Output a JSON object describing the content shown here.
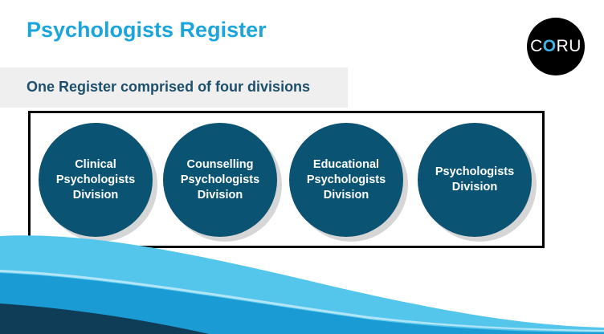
{
  "slide": {
    "title": "Psychologists Register",
    "subtitle": "One Register comprised of four divisions",
    "logo": {
      "prefix": "C",
      "o": "O",
      "suffix": "RU"
    },
    "divisions": [
      {
        "label": "Clinical\nPsychologists\nDivision"
      },
      {
        "label": "Counselling\nPsychologists\nDivision"
      },
      {
        "label": "Educational\nPsychologists\nDivision"
      },
      {
        "label": "Psychologists\nDivision"
      }
    ]
  },
  "colors": {
    "title": "#1ba5dc",
    "subtitle": "#1d4f6b",
    "circle": "#0b5373",
    "wave_light": "#54c6ec",
    "wave_mid": "#1b9bd4",
    "wave_dark": "#0f3c56"
  }
}
